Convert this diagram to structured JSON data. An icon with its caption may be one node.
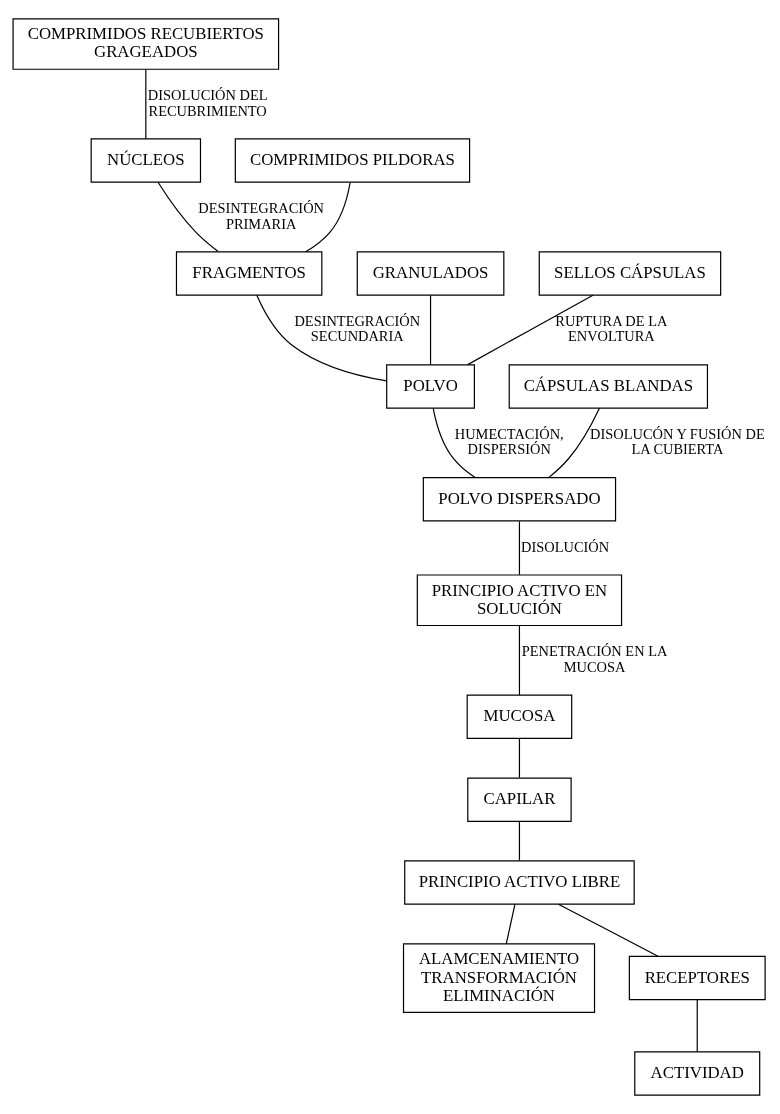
{
  "diagram": {
    "nodes": [
      {
        "text": [
          "COMPRIMIDOS RECUBIERTOS GRAGEADOS"
        ]
      },
      {
        "text": [
          "COMPRIMIDOS PILDORAS"
        ]
      },
      {
        "text": [
          "NÚCLEOS"
        ]
      },
      {
        "text": [
          "FRAGMENTOS"
        ]
      },
      {
        "text": [
          "GRANULADOS"
        ]
      },
      {
        "text": [
          "SELLOS CÁPSULAS"
        ]
      },
      {
        "text": [
          "POLVO"
        ]
      },
      {
        "text": [
          "CÁPSULAS BLANDAS"
        ]
      },
      {
        "text": [
          "POLVO DISPERSADO"
        ]
      },
      {
        "text": [
          "PRINCIPIO ACTIVO EN SOLUCIÓN"
        ]
      },
      {
        "text": [
          "MUCOSA"
        ]
      },
      {
        "text": [
          "CAPILAR"
        ]
      },
      {
        "text": [
          "PRINCIPIO ACTIVO LIBRE"
        ]
      },
      {
        "text": [
          "ALAMCENAMIENTO TRANSFORMACIÓN ELIMINACIÓN"
        ]
      },
      {
        "text": [
          "RECEPTORES"
        ]
      },
      {
        "text": [
          "ACTIVIDAD"
        ]
      }
    ],
    "edges": [
      {
        "from": 0,
        "to": 2,
        "arrow": "none",
        "label": "DISOLUCIÓN DEL RECUBRIMIENTO"
      },
      {
        "from": 2,
        "to": 3,
        "arrow": "none",
        "label": "DESINTEGRACIÓN PRIMARIA"
      },
      {
        "from": 1,
        "to": 3,
        "arrow": "none"
      },
      {
        "from": 3,
        "to": 6,
        "arrow": "none",
        "label": "DESINTEGRACIÓN SECUNDARIA"
      },
      {
        "from": 4,
        "to": 6,
        "arrow": "none"
      },
      {
        "from": 5,
        "to": 6,
        "arrow": "none",
        "label": "RUPTURA DE LA ENVOLTURA"
      },
      {
        "from": 6,
        "to": 8,
        "arrow": "none",
        "label": "HUMECTACIÓN, DISPERSIÓN"
      },
      {
        "from": 7,
        "to": 8,
        "arrow": "none",
        "label": "DISOLUCÓN Y FUSIÓN DE LA CUBIERTA"
      },
      {
        "from": 8,
        "to": 9,
        "arrow": "none",
        "label": "DISOLUCIÓN"
      },
      {
        "from": 9,
        "to": 10,
        "arrow": "none",
        "label": "PENETRACIÓN EN LA MUCOSA"
      },
      {
        "from": 10,
        "to": 11,
        "arrow": "none"
      },
      {
        "from": 11,
        "to": 12,
        "arrow": "none"
      },
      {
        "from": 12,
        "to": 13,
        "arrow": "none"
      },
      {
        "from": 12,
        "to": 14,
        "arrow": "none"
      },
      {
        "from": 14,
        "to": 15,
        "arrow": "none"
      }
    ]
  }
}
